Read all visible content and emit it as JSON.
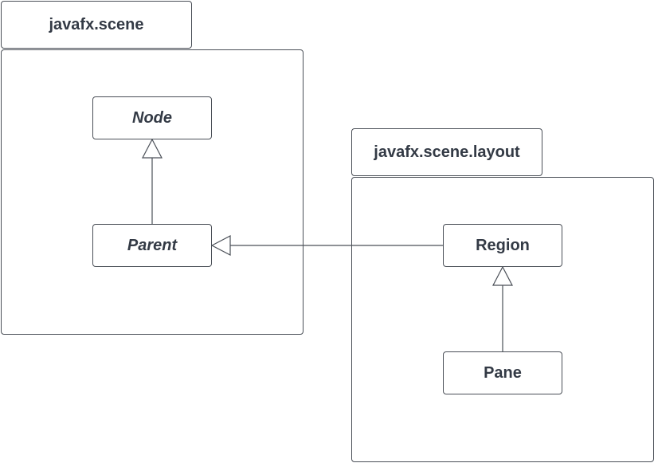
{
  "packages": {
    "scene": {
      "name": "javafx.scene"
    },
    "layout": {
      "name": "javafx.scene.layout"
    }
  },
  "classes": {
    "node": {
      "name": "Node",
      "abstract": true
    },
    "parent": {
      "name": "Parent",
      "abstract": true
    },
    "region": {
      "name": "Region",
      "abstract": false
    },
    "pane": {
      "name": "Pane",
      "abstract": false
    }
  },
  "relationships": [
    {
      "type": "generalization",
      "from": "Parent",
      "to": "Node"
    },
    {
      "type": "generalization",
      "from": "Region",
      "to": "Parent"
    },
    {
      "type": "generalization",
      "from": "Pane",
      "to": "Region"
    }
  ],
  "colors": {
    "stroke": "#4a4f57",
    "text": "#333a45",
    "background": "#ffffff"
  }
}
